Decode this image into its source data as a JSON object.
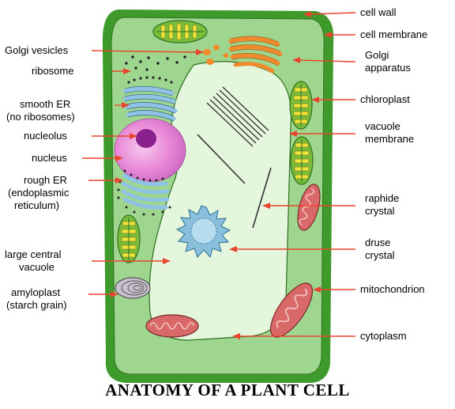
{
  "title": "ANATOMY OF A PLANT CELL",
  "labels": {
    "cell_wall": "cell wall",
    "cell_membrane": "cell membrane",
    "golgi_vesicles": "Golgi vesicles",
    "golgi_apparatus_1": "Golgi",
    "golgi_apparatus_2": "apparatus",
    "ribosome": "ribosome",
    "smooth_er_1": "smooth ER",
    "smooth_er_2": "(no ribosomes)",
    "chloroplast": "chloroplast",
    "vacuole_membrane_1": "vacuole",
    "vacuole_membrane_2": "membrane",
    "nucleolus": "nucleolus",
    "nucleus": "nucleus",
    "rough_er_1": "rough ER",
    "rough_er_2": "(endoplasmic",
    "rough_er_3": "reticulum)",
    "raphide_crystal_1": "raphide",
    "raphide_crystal_2": "crystal",
    "druse_crystal_1": "druse",
    "druse_crystal_2": "crystal",
    "large_central_vacuole_1": "large central",
    "large_central_vacuole_2": "vacuole",
    "amyloplast_1": "amyloplast",
    "amyloplast_2": "(starch grain)",
    "mitochondrion": "mitochondrion",
    "cytoplasm": "cytoplasm"
  },
  "colors": {
    "cell_wall": "#3f9a2c",
    "cytoplasm": "#9fd68f",
    "vacuole": "#e4f6dc",
    "arrow": "#e8452c",
    "golgi": "#f08a2a",
    "er": "#8fc2e4",
    "nucleus": "#e98ad8",
    "nucleolus": "#8a1f8e",
    "chloroplast_body": "#7bbd3a",
    "chloroplast_bands": "#f0e23a",
    "mitochondrion": "#d96868",
    "druse": "#8ac0dc"
  }
}
